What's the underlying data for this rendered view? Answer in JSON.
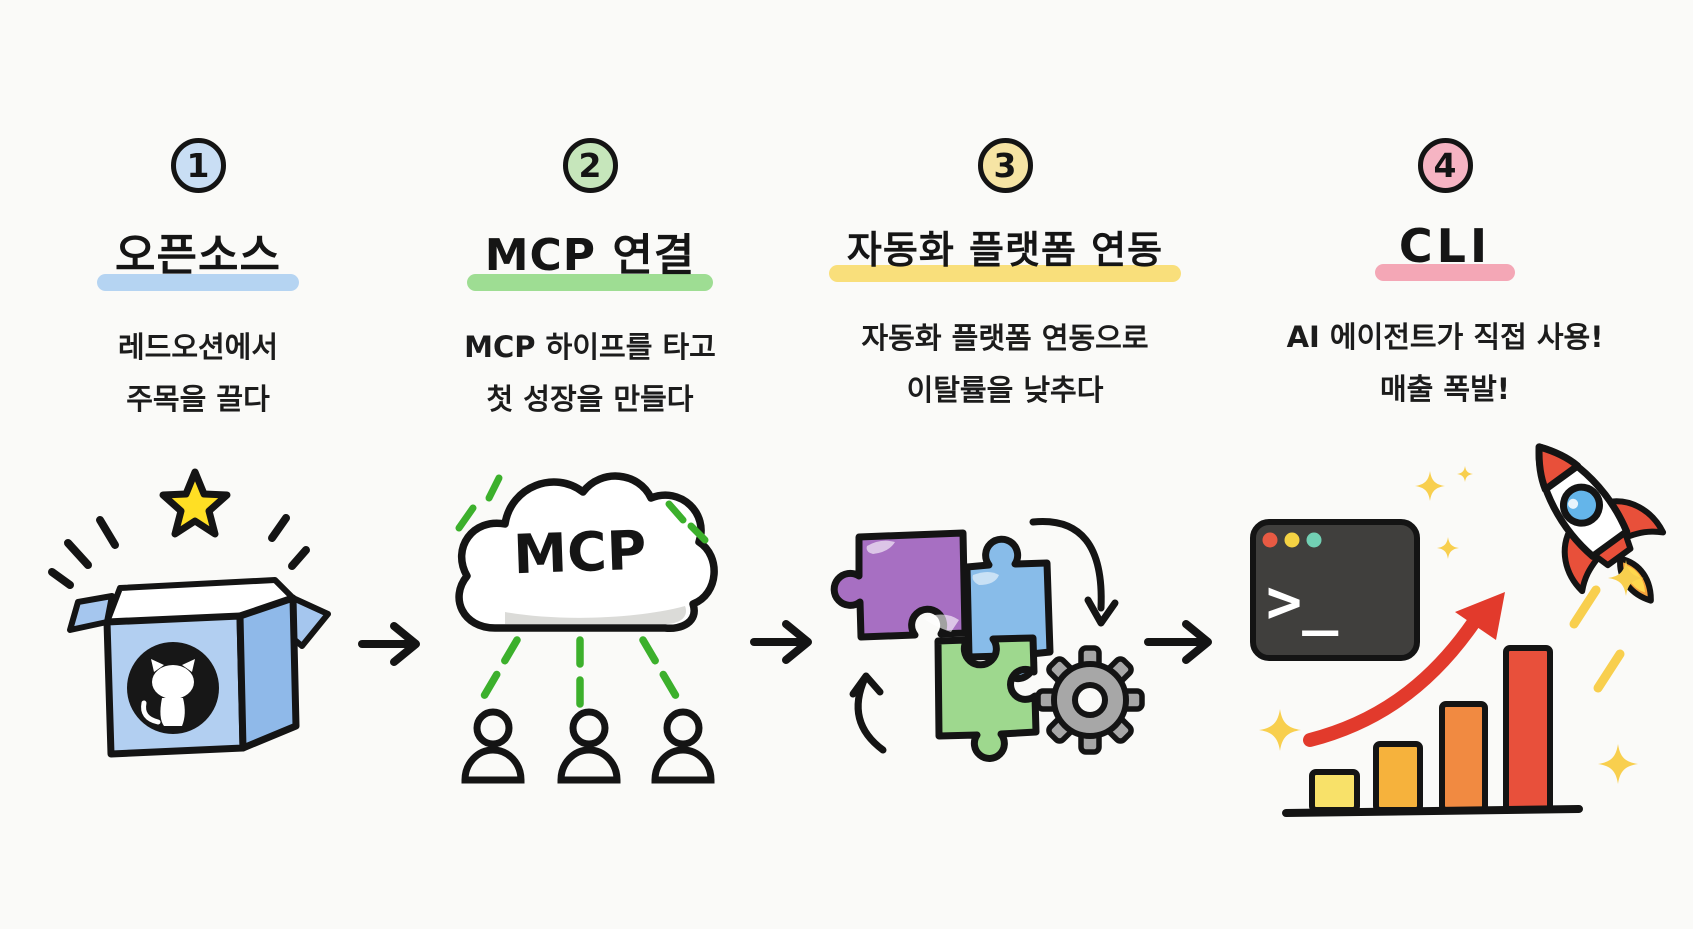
{
  "canvas_background": "#fafaf8",
  "steps": [
    {
      "number": "1",
      "badge_color": "#c9def4",
      "title": "오픈소스",
      "highlight_color": "#b5d4f2",
      "desc_line1": "레드오션에서",
      "desc_line2": "주목을 끌다",
      "illustration": "github-open-source-box"
    },
    {
      "number": "2",
      "badge_color": "#c6e6bb",
      "title": "MCP 연결",
      "highlight_color": "#9edd93",
      "desc_line1": "MCP 하이프를 타고",
      "desc_line2": "첫 성장을 만들다",
      "illustration": "mcp-cloud-network"
    },
    {
      "number": "3",
      "badge_color": "#f6e4a4",
      "title": "자동화 플랫폼 연동",
      "highlight_color": "#f9df7b",
      "desc_line1": "자동화 플랫폼 연동으로",
      "desc_line2": "이탈률을 낮추다",
      "illustration": "automation-puzzle-gear"
    },
    {
      "number": "4",
      "badge_color": "#f6b4c3",
      "title": "CLI",
      "highlight_color": "#f4a7b6",
      "desc_line1": "AI 에이전트가 직접 사용!",
      "desc_line2": "매출 폭발!",
      "illustration": "terminal-growth-rocket"
    }
  ],
  "cloud_label": "MCP",
  "terminal_prompt": ">_",
  "colors": {
    "ink": "#141414",
    "star_yellow": "#ffdf24",
    "box_blue": "#b2cff1",
    "box_blue_dark": "#8fb9e9",
    "box_blue_flap": "#a5c6ee",
    "github_black": "#171717",
    "cloud_white": "#ffffff",
    "cloud_shadow": "#dbdbd8",
    "green_line": "#3cb02c",
    "puzzle_purple": "#a76fc2",
    "puzzle_blue": "#88bce9",
    "puzzle_green": "#9ed88e",
    "gear_gray": "#a7a7a7",
    "terminal_bg": "#403f3d",
    "dot_red": "#e85a43",
    "dot_yellow": "#f4d243",
    "dot_teal": "#72d0b4",
    "arrow_red": "#e23a2c",
    "bar_colors": [
      "#f8e169",
      "#f6b23c",
      "#f18a41",
      "#e8503b"
    ],
    "rocket_red": "#e8503a",
    "rocket_window": "#64b5ea",
    "flame_orange": "#f6a23c",
    "flame_yellow": "#ffd84e",
    "sparkle_yellow": "#f8cf4e"
  }
}
